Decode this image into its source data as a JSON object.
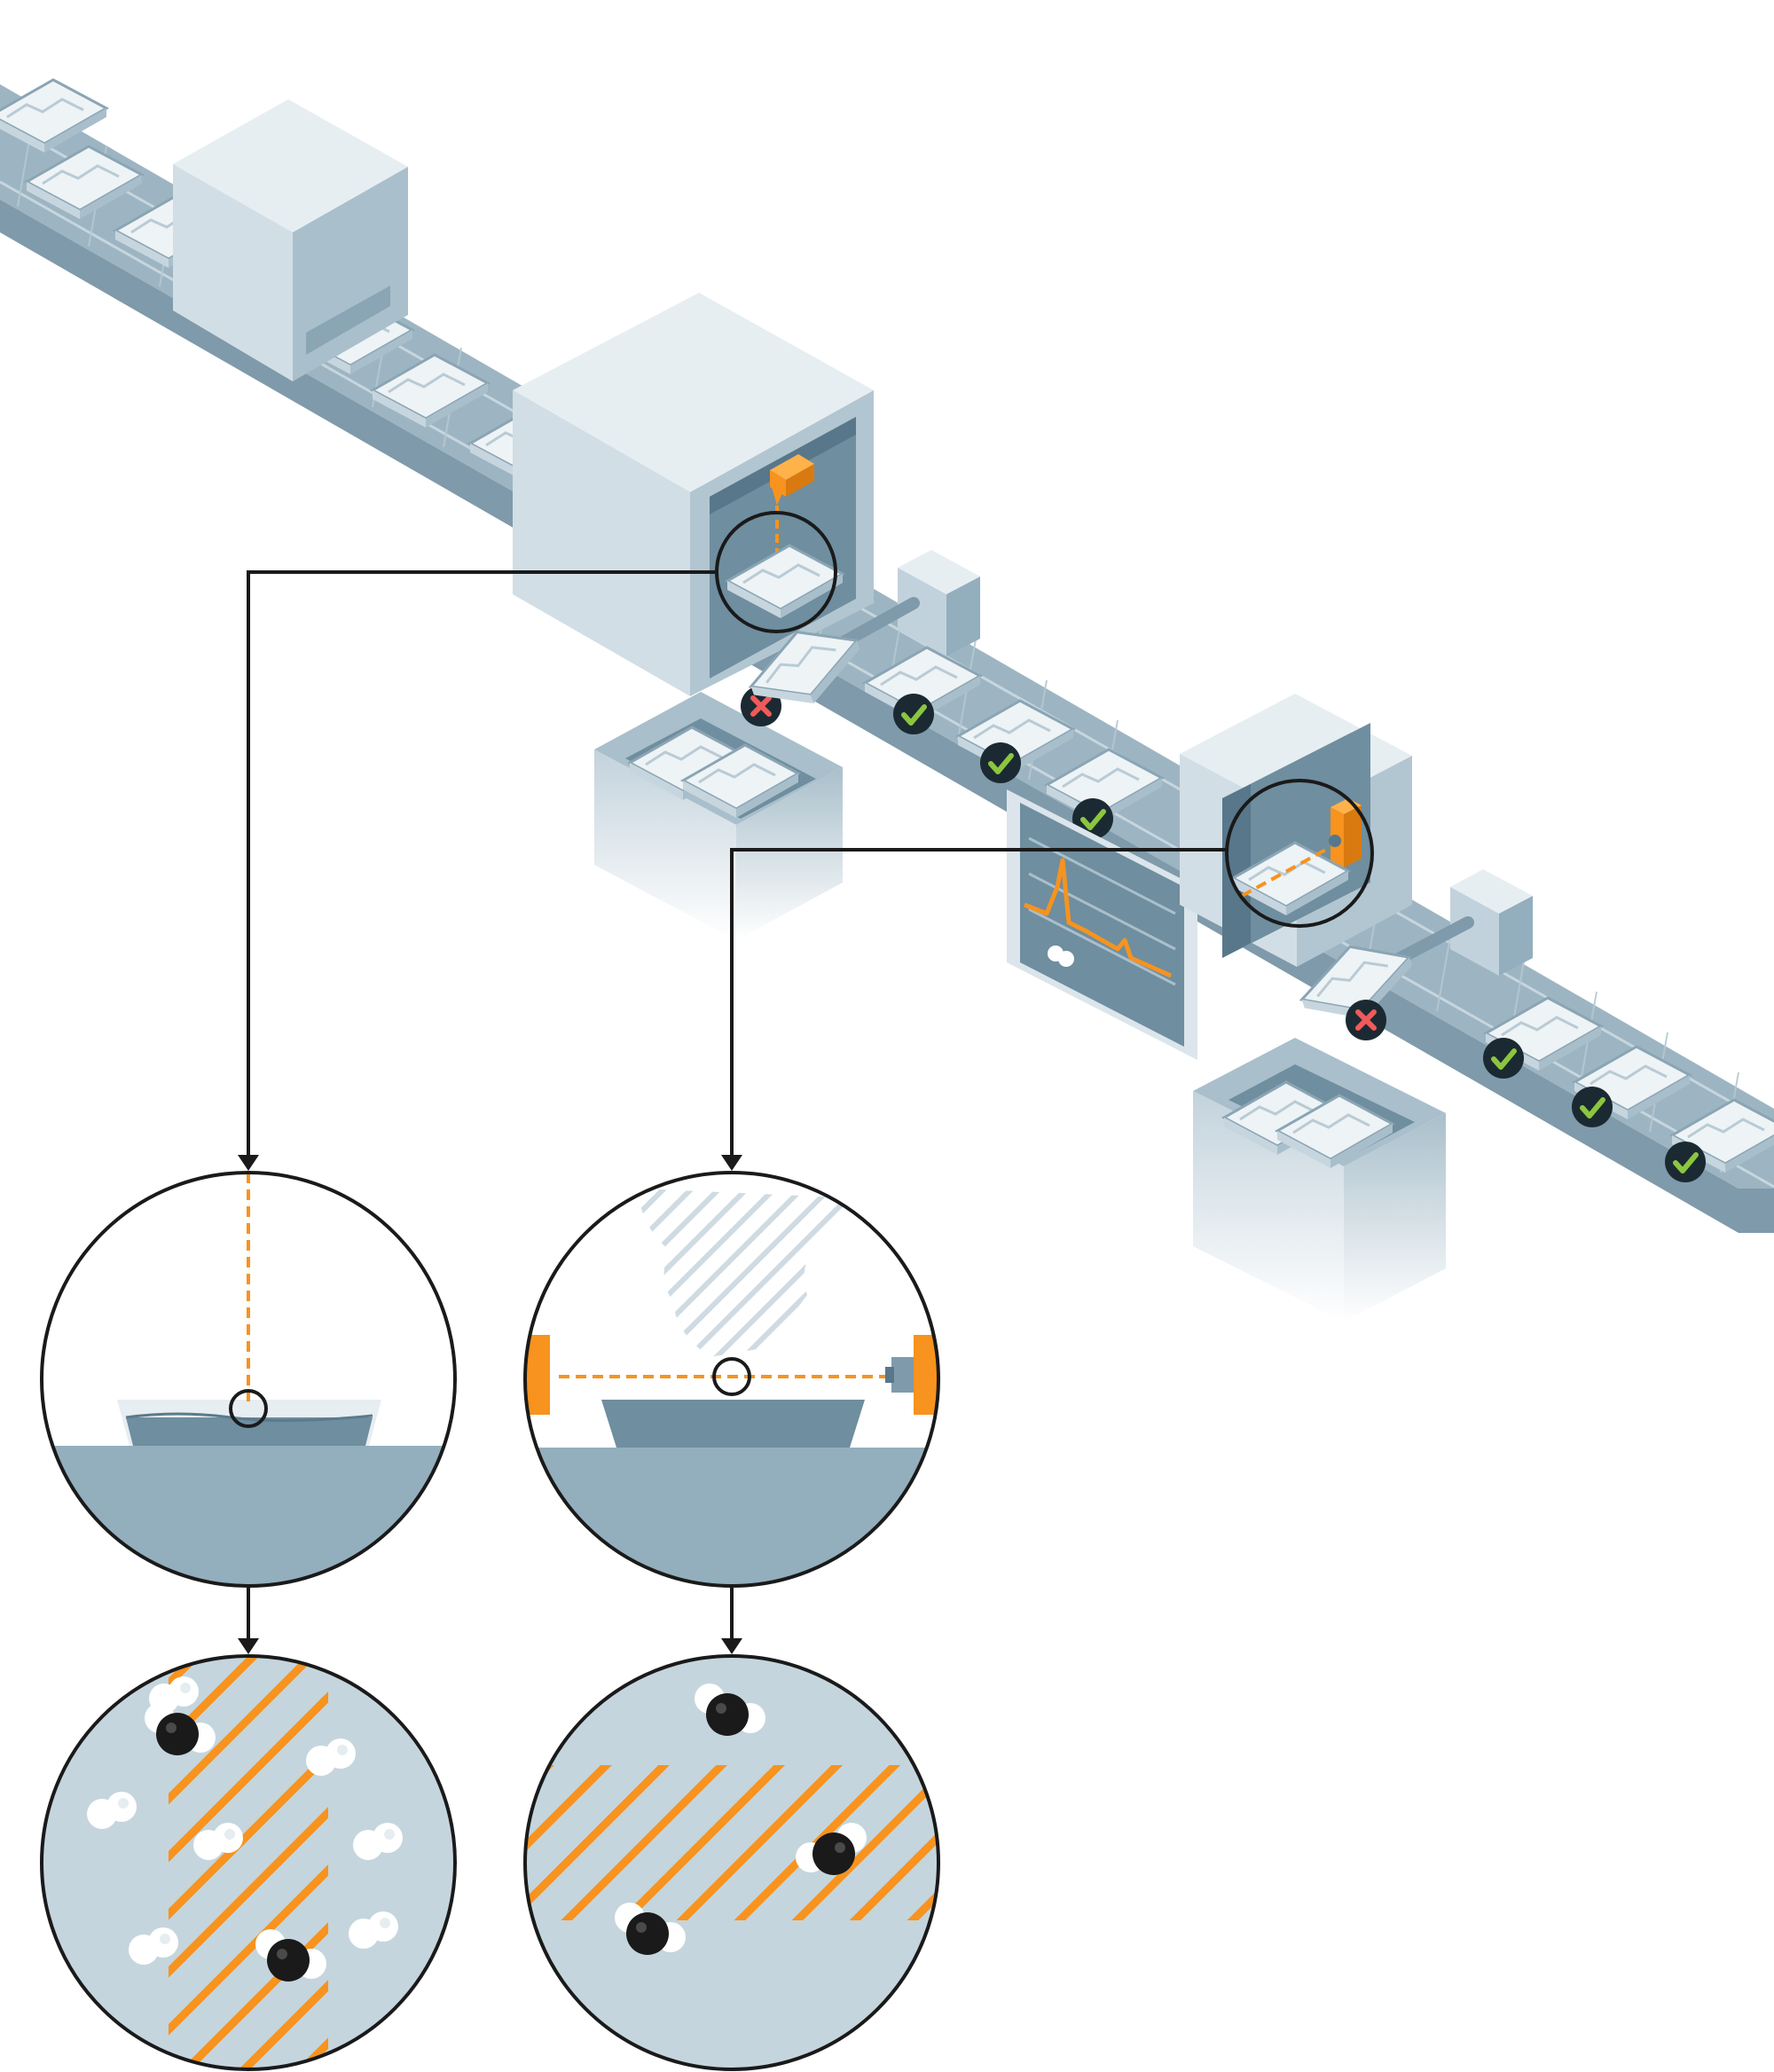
{
  "colors": {
    "belt_top": "#9db5c2",
    "belt_side": "#7f9aaa",
    "belt_line": "#c7d6de",
    "machine_light": "#dbe5eb",
    "machine_mid": "#c2d2dc",
    "machine_dark": "#93aebd",
    "interior": "#6f8e9f",
    "tray_fill": "#eef3f6",
    "tray_edge": "#8aa5b4",
    "accent": "#f7931e",
    "check_bg": "#1b2a32",
    "check_mark": "#8cc63f",
    "reject": "#ef5a5a",
    "zoom_bg": "#c5d5dd",
    "line": "#1a1a1a"
  },
  "icons": {
    "pass": "check-icon",
    "fail": "reject-x-icon",
    "molecule": "water-molecule-icon",
    "sensor": "sensor-head-icon",
    "monitor": "signal-monitor-icon"
  },
  "inspection_stations": [
    {
      "name": "top-sensor-station",
      "measurement": "vertical-beam"
    },
    {
      "name": "side-sensor-station",
      "measurement": "horizontal-beam"
    }
  ],
  "sorting": {
    "rejected_items": 2,
    "passed_items": 6
  }
}
